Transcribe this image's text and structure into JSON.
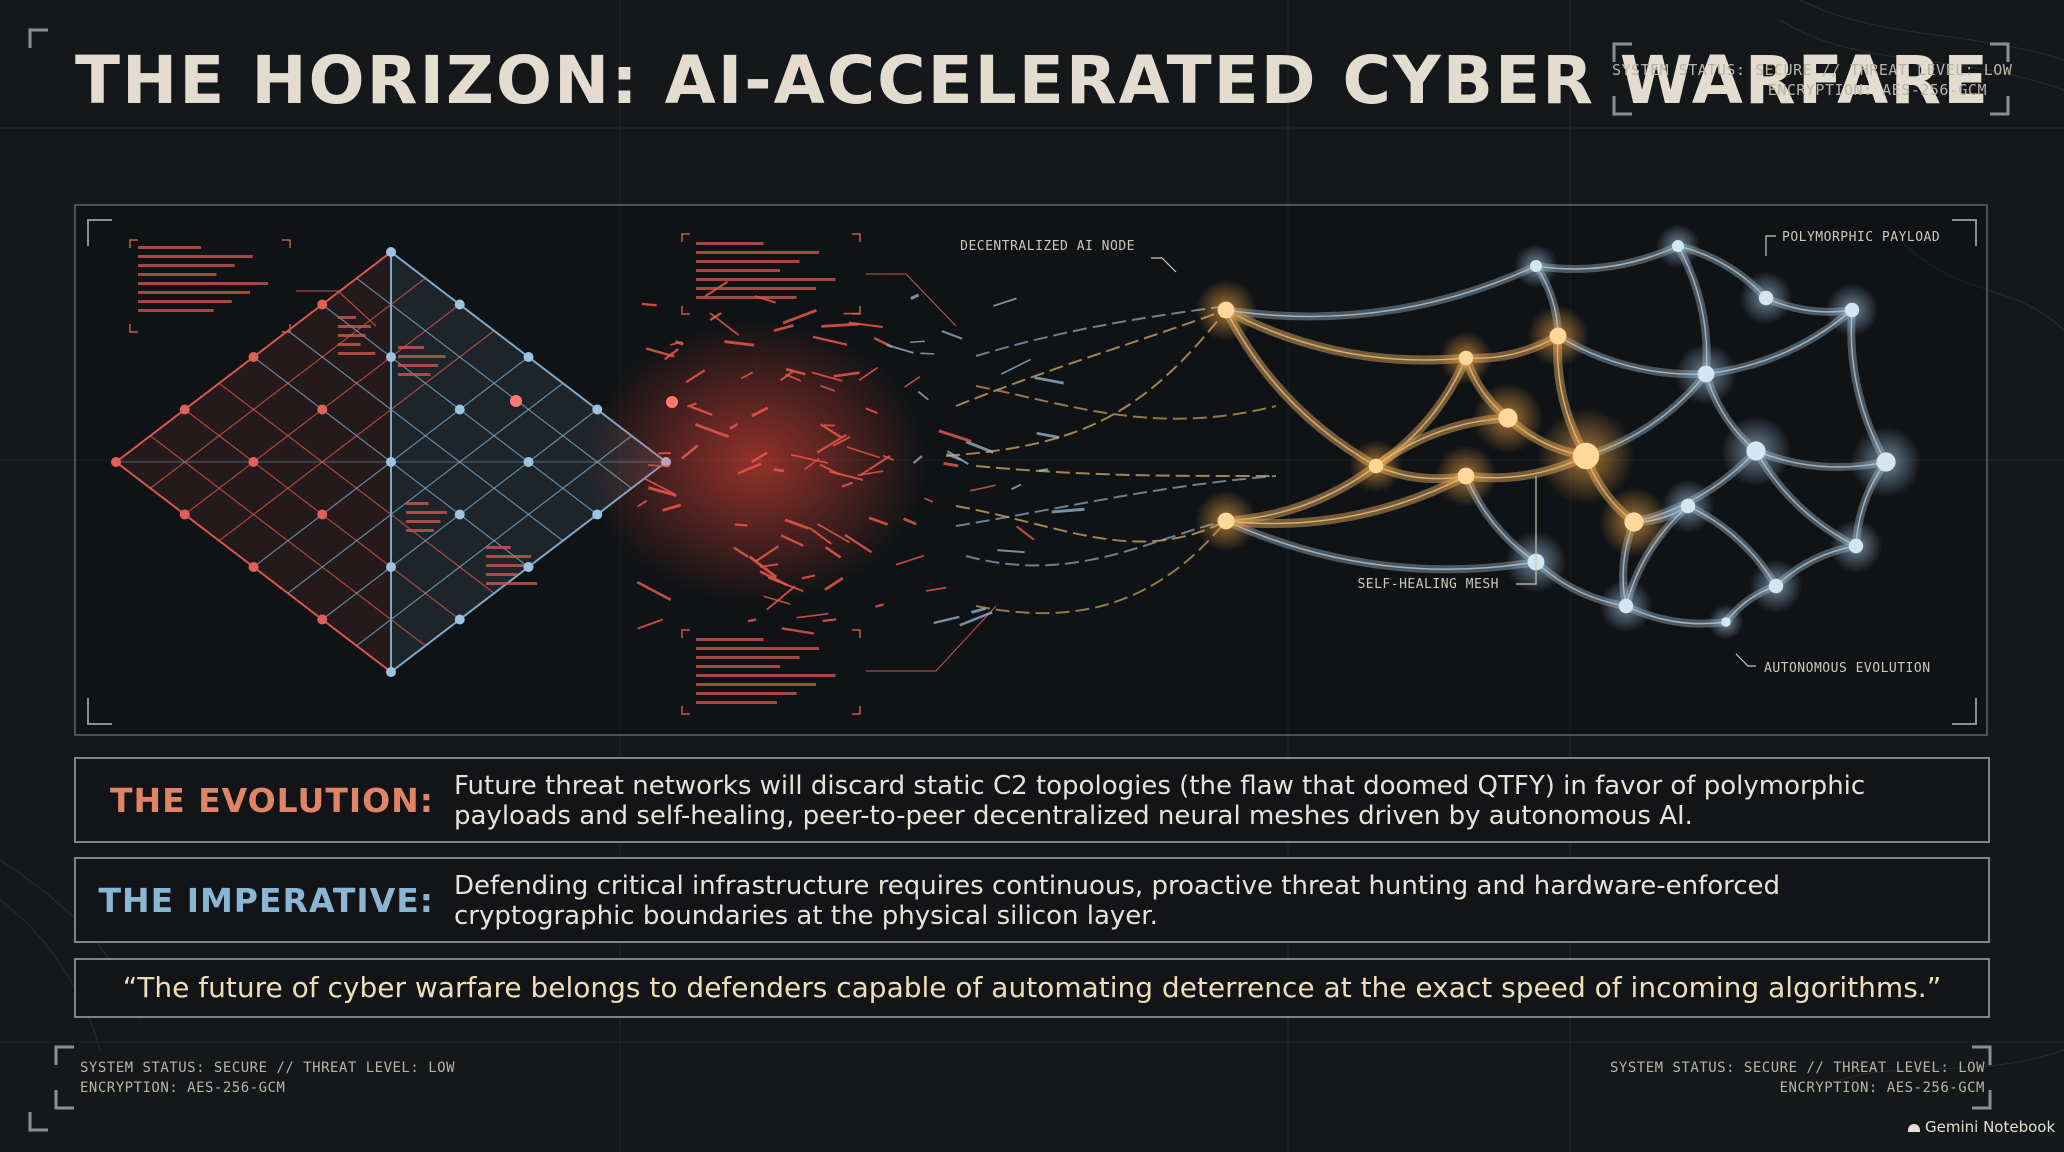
{
  "title": "THE HORIZON: AI-ACCELERATED CYBER WARFARE",
  "status_top": {
    "line1": "SYSTEM STATUS: SECURE // THREAT LEVEL: LOW",
    "line2": "ENCRYPTION: AES-256-GCM"
  },
  "diagram": {
    "labels": {
      "decentralized_node": "DECENTRALIZED AI NODE",
      "polymorphic_payload": "POLYMORPHIC PAYLOAD",
      "self_healing_mesh": "SELF-HEALING MESH",
      "autonomous_evolution": "AUTONOMOUS EVOLUTION"
    },
    "colors": {
      "grid_blue": "#7fa9c9",
      "grid_red": "#d9564d",
      "mesh_orange": "#f0a84a",
      "mesh_blue": "#8aa6bd"
    }
  },
  "evolution": {
    "label": "THE EVOLUTION:",
    "text": "Future threat networks will discard static C2 topologies (the flaw that doomed QTFY) in favor of polymorphic payloads and self-healing, peer-to-peer decentralized neural meshes driven by autonomous AI."
  },
  "imperative": {
    "label": "THE IMPERATIVE:",
    "text": "Defending critical infrastructure requires continuous, proactive threat hunting and hardware-enforced cryptographic boundaries at the physical silicon layer."
  },
  "quote": "“The future of cyber warfare belongs to defenders capable of automating deterrence at the exact speed of incoming algorithms.”",
  "status_bottom_left": {
    "line1": "SYSTEM STATUS: SECURE // THREAT LEVEL: LOW",
    "line2": "ENCRYPTION: AES-256-GCM"
  },
  "status_bottom_right": {
    "line1": "SYSTEM STATUS: SECURE // THREAT LEVEL: LOW",
    "line2": "ENCRYPTION: AES-256-GCM"
  },
  "badge": {
    "text": "Gemini Notebook",
    "icon": "gemini-notebook-icon"
  }
}
